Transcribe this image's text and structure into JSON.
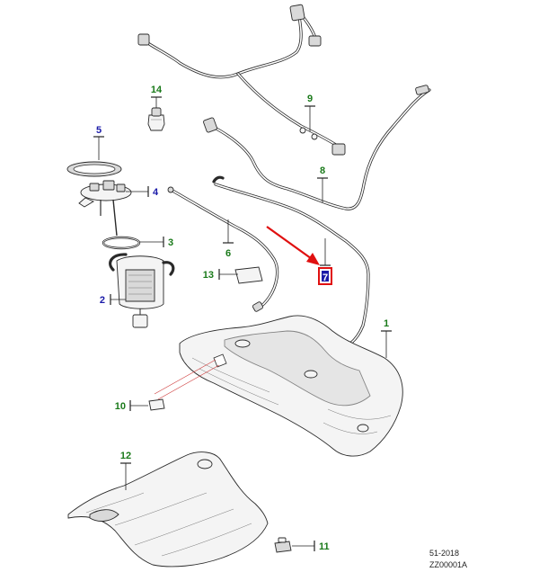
{
  "colors": {
    "callout_green": "#1a7a1a",
    "callout_blue": "#1a1aa8",
    "highlight_red": "#e01010",
    "line_dark": "#2a2a2a",
    "leader_red": "#d04040"
  },
  "callouts": {
    "c1": "1",
    "c2": "2",
    "c3": "3",
    "c4": "4",
    "c5": "5",
    "c6": "6",
    "c7": "7",
    "c8": "8",
    "c9": "9",
    "c10": "10",
    "c11": "11",
    "c12": "12",
    "c13": "13",
    "c14": "14"
  },
  "highlighted_callout": "7",
  "footer": {
    "date": "51-2018",
    "code": "ZZ00001A"
  }
}
